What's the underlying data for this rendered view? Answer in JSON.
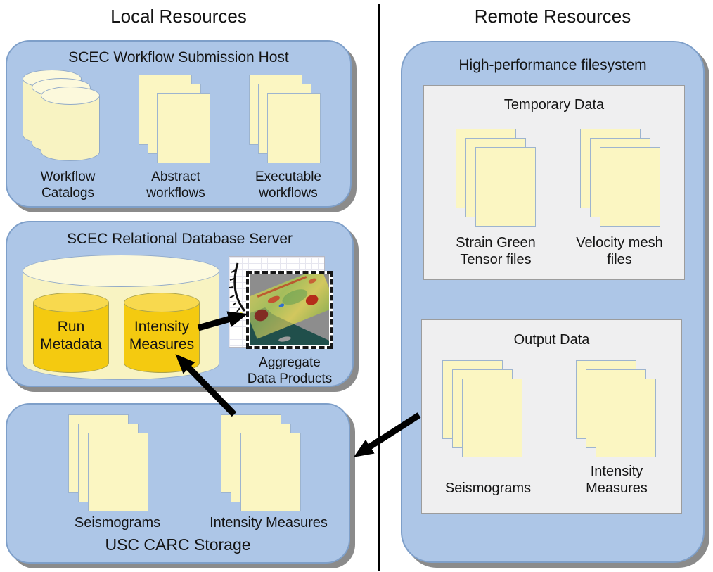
{
  "headers": {
    "local": "Local Resources",
    "remote": "Remote Resources"
  },
  "local": {
    "submission_host": {
      "title": "SCEC Workflow Submission Host",
      "workflow_catalogs": "Workflow\nCatalogs",
      "abstract_workflows": "Abstract\nworkflows",
      "executable_workflows": "Executable\nworkflows"
    },
    "database_server": {
      "title": "SCEC Relational Database Server",
      "run_metadata": "Run\nMetadata",
      "intensity_measures": "Intensity\nMeasures",
      "aggregate_data_products": "Aggregate\nData Products"
    },
    "carc_storage": {
      "title": "USC CARC Storage",
      "seismograms": "Seismograms",
      "intensity_measures": "Intensity Measures"
    }
  },
  "remote": {
    "hpc_filesystem": {
      "title": "High-performance filesystem",
      "temporary_data": {
        "title": "Temporary Data",
        "strain_green_tensor_files": "Strain Green\nTensor files",
        "velocity_mesh_files": "Velocity mesh\nfiles"
      },
      "output_data": {
        "title": "Output Data",
        "seismograms": "Seismograms",
        "intensity_measures": "Intensity\nMeasures"
      }
    }
  },
  "colors": {
    "panel_fill": "#adc6e7",
    "panel_border": "#7e9fc9",
    "panel_shadow": "#8b8b8b",
    "document_fill": "#fbf6c2",
    "document_border": "#9db4cf",
    "db_cylinder_fill": "#f8f3c2",
    "db_cylinder_top": "#fcf9dc",
    "gold_cylinder_fill": "#f4ca10",
    "gold_cylinder_top": "#f8d94e",
    "inner_box_fill": "#efeff0",
    "inner_box_border": "#9c9c9c",
    "divider": "#000000",
    "arrow": "#000000",
    "map_background": "#8d8d8d",
    "map_ocean": "#21504c"
  }
}
